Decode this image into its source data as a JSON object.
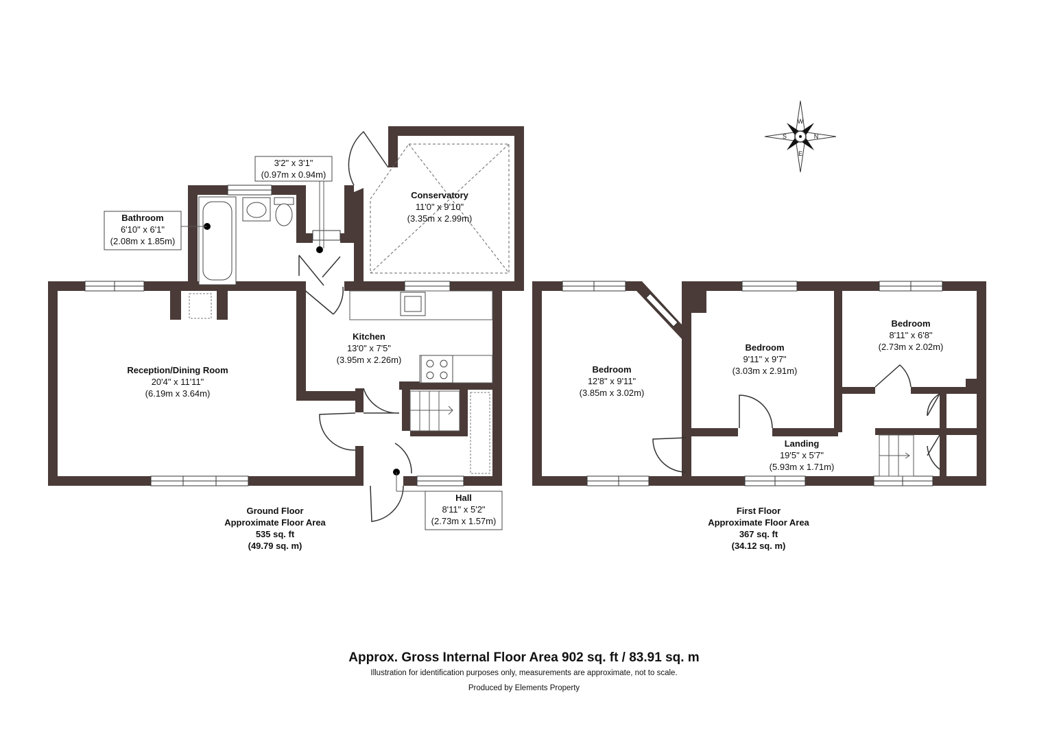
{
  "colors": {
    "wall": "#4a3b38",
    "dim_line": "#555555",
    "background": "#ffffff"
  },
  "rooms": {
    "conservatory": {
      "name": "Conservatory",
      "imperial": "11'0\" x 9'10\"",
      "metric": "(3.35m x 2.99m)"
    },
    "porch": {
      "imperial": "3'2\" x 3'1\"",
      "metric": "(0.97m x 0.94m)"
    },
    "bathroom": {
      "name": "Bathroom",
      "imperial": "6'10\" x 6'1\"",
      "metric": "(2.08m x 1.85m)"
    },
    "kitchen": {
      "name": "Kitchen",
      "imperial": "13'0\" x 7'5\"",
      "metric": "(3.95m x 2.26m)"
    },
    "reception": {
      "name": "Reception/Dining Room",
      "imperial": "20'4\" x 11'11\"",
      "metric": "(6.19m x 3.64m)"
    },
    "hall": {
      "name": "Hall",
      "imperial": "8'11\" x 5'2\"",
      "metric": "(2.73m x 1.57m)"
    },
    "bedroom1": {
      "name": "Bedroom",
      "imperial": "12'8\" x 9'11\"",
      "metric": "(3.85m x 3.02m)"
    },
    "bedroom2": {
      "name": "Bedroom",
      "imperial": "9'11\" x 9'7\"",
      "metric": "(3.03m x 2.91m)"
    },
    "bedroom3": {
      "name": "Bedroom",
      "imperial": "8'11\" x 6'8\"",
      "metric": "(2.73m x 2.02m)"
    },
    "landing": {
      "name": "Landing",
      "imperial": "19'5\" x 5'7\"",
      "metric": "(5.93m x 1.71m)"
    }
  },
  "floors": {
    "ground": {
      "line1": "Ground Floor",
      "line2": "Approximate Floor Area",
      "line3": "535 sq. ft",
      "line4": "(49.79 sq. m)"
    },
    "first": {
      "line1": "First Floor",
      "line2": "Approximate Floor Area",
      "line3": "367 sq. ft",
      "line4": "(34.12 sq. m)"
    }
  },
  "compass": {
    "n": "N",
    "e": "E",
    "s": "S",
    "w": "W"
  },
  "footer": {
    "title": "Approx. Gross Internal Floor Area 902 sq. ft / 83.91 sq. m",
    "disclaimer": "Illustration for identification purposes only, measurements are approximate, not to scale.",
    "producer": "Produced by Elements Property"
  }
}
